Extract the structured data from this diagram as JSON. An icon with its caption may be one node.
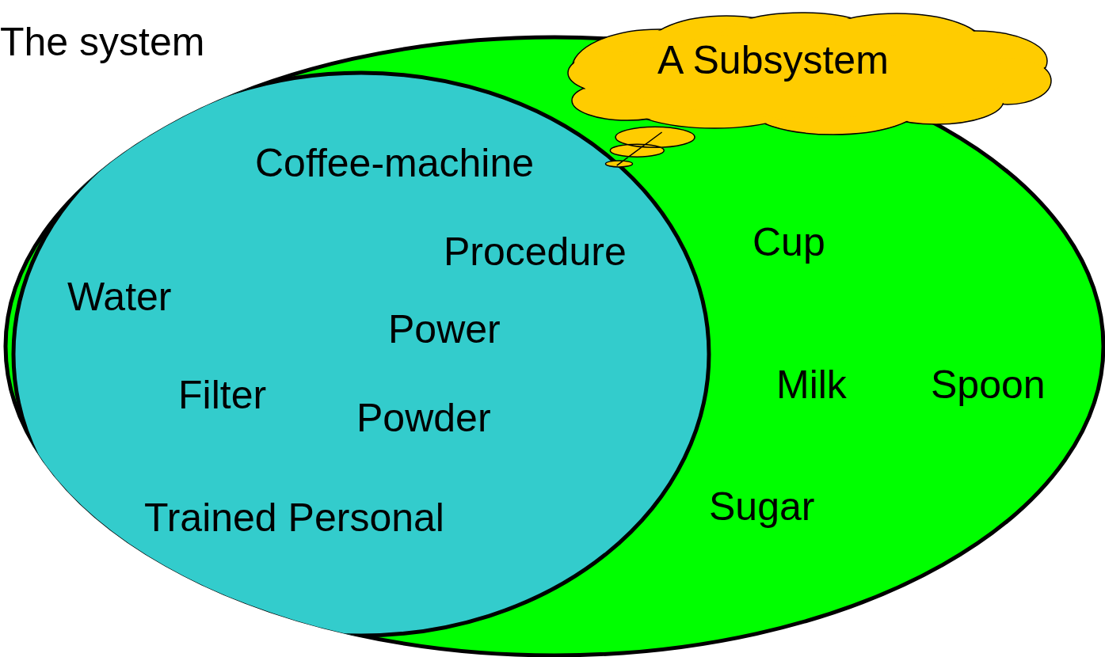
{
  "diagram": {
    "nodes": [
      {
        "text": [
          "The system",
          "Cup",
          "Milk",
          "Spoon",
          "Sugar"
        ]
      },
      {
        "text": [
          "Coffee-machine",
          "Procedure",
          "Water",
          "Power",
          "Filter",
          "Powder",
          "Trained Personal"
        ],
        "in": 0
      },
      {
        "text": [
          "A Subsystem"
        ]
      }
    ],
    "edges": [
      {
        "from": 2,
        "to": 1,
        "arrow": "none"
      }
    ]
  }
}
